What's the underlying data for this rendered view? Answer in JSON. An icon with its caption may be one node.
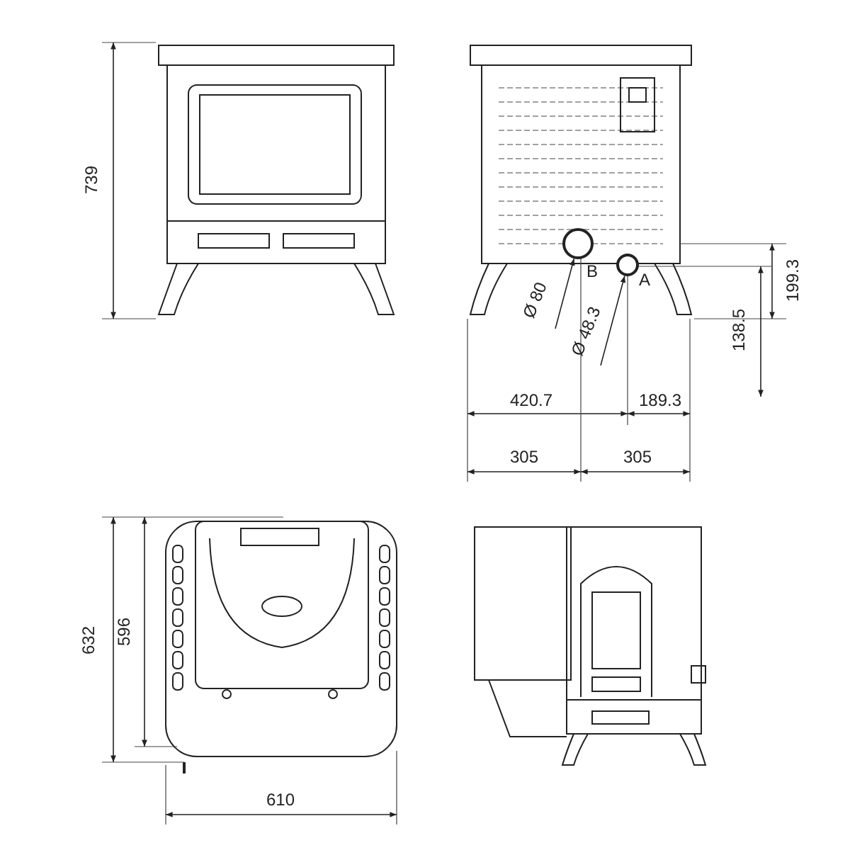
{
  "diagram": {
    "nodes": [
      {
        "text": [
          "Ø 80"
        ]
      },
      {
        "text": [],
        "shape": "circle"
      },
      {
        "text": [
          "Ø 48.3"
        ]
      },
      {
        "text": [],
        "shape": "circle"
      }
    ],
    "edges": [
      {
        "from": 0,
        "to": 1,
        "arrow": "to"
      },
      {
        "from": 2,
        "to": 3,
        "arrow": "to"
      }
    ],
    "labels": [
      "739",
      "B",
      "A",
      "199.3",
      "138.5",
      "420.7",
      "189.3",
      "305",
      "305",
      "632",
      "596",
      "610"
    ]
  }
}
